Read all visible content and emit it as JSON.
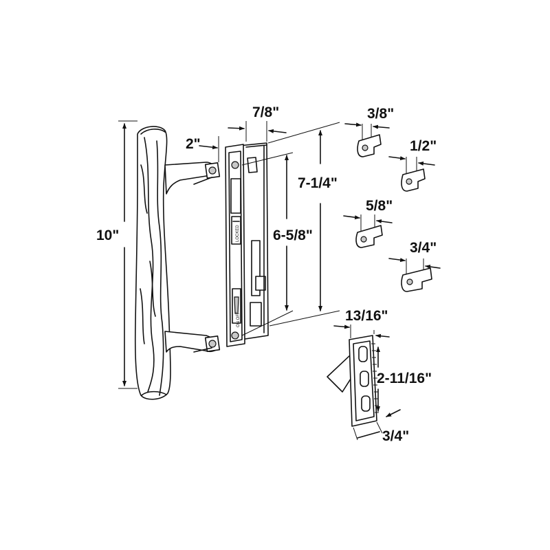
{
  "dimensions": {
    "handle_length": "10\"",
    "handle_offset": "2\"",
    "plate_depth": "7/8\"",
    "plate_height": "7-1/4\"",
    "hole_spacing": "6-5/8\"",
    "hook_a": "3/8\"",
    "hook_b": "1/2\"",
    "hook_c": "5/8\"",
    "hook_d": "3/4\"",
    "keeper_width": "13/16\"",
    "keeper_height": "2-11/16\"",
    "keeper_depth": "3/4\""
  },
  "lock_labels": {
    "locked": "LOCKED",
    "on_off": "ON OFF"
  },
  "colors": {
    "line": "#111111",
    "background": "#ffffff",
    "shade": "#c8c8c8"
  }
}
